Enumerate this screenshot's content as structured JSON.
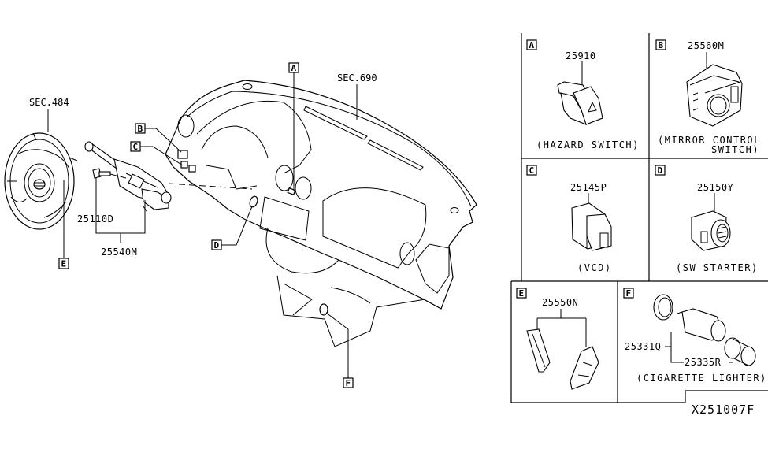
{
  "diagram": {
    "drawing_code": "X251007F",
    "main_view": {
      "section_refs": [
        {
          "id": "sec484",
          "text": "SEC.484",
          "points_to": "steering wheel"
        },
        {
          "id": "sec690",
          "text": "SEC.690",
          "points_to": "instrument panel"
        }
      ],
      "part_numbers": [
        {
          "id": "p25110d",
          "text": "25110D",
          "points_to": "bolt"
        },
        {
          "id": "p25540m",
          "text": "25540M",
          "points_to": "combination switch assembly"
        }
      ],
      "callouts": [
        "A",
        "B",
        "C",
        "D",
        "E",
        "F"
      ]
    },
    "detail_panels": [
      {
        "key": "A",
        "part_number": "25910",
        "caption_lines": [
          "(HAZARD SWITCH)"
        ]
      },
      {
        "key": "B",
        "part_number": "25560M",
        "caption_lines": [
          "(MIRROR CONTROL",
          "SWITCH)"
        ]
      },
      {
        "key": "C",
        "part_number": "25145P",
        "caption_lines": [
          "(VCD)"
        ]
      },
      {
        "key": "D",
        "part_number": "25150Y",
        "caption_lines": [
          "(SW STARTER)"
        ]
      },
      {
        "key": "E",
        "part_number": "25550N",
        "caption_lines": []
      },
      {
        "key": "F",
        "part_numbers": [
          "25331Q",
          "25335R"
        ],
        "caption_lines": [
          "(CIGARETTE LIGHTER)"
        ]
      }
    ]
  },
  "colors": {
    "line": "#000000",
    "background": "#ffffff"
  }
}
